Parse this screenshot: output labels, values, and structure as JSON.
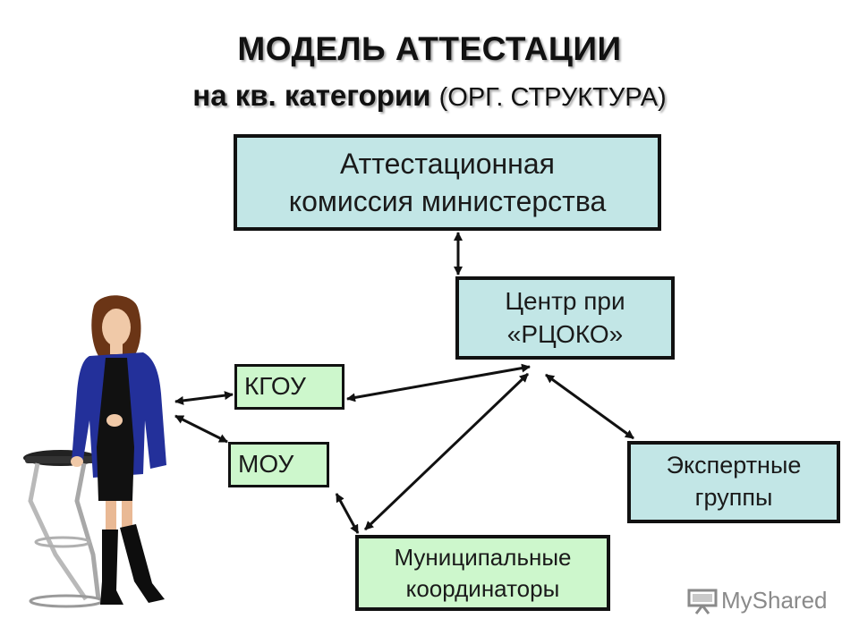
{
  "slide": {
    "title": "МОДЕЛЬ АТТЕСТАЦИИ",
    "subtitle_bold": "на кв. категории",
    "subtitle_normal": "(ОРГ. СТРУКТУРА)"
  },
  "nodes": {
    "commission": "Аттестационная\nкомиссия министерства",
    "center": "Центр при\n«РЦОКО»",
    "kgou": "КГОУ",
    "mou": "МОУ",
    "experts": "Экспертные\nгруппы",
    "coordinators": "Муниципальные\nкоординаторы"
  },
  "colors": {
    "box_blue": "#c2e6e6",
    "box_green": "#cdf7cc",
    "border": "#111111"
  },
  "watermark": {
    "text": "MyShared",
    "icon": "presentation-board-icon"
  }
}
